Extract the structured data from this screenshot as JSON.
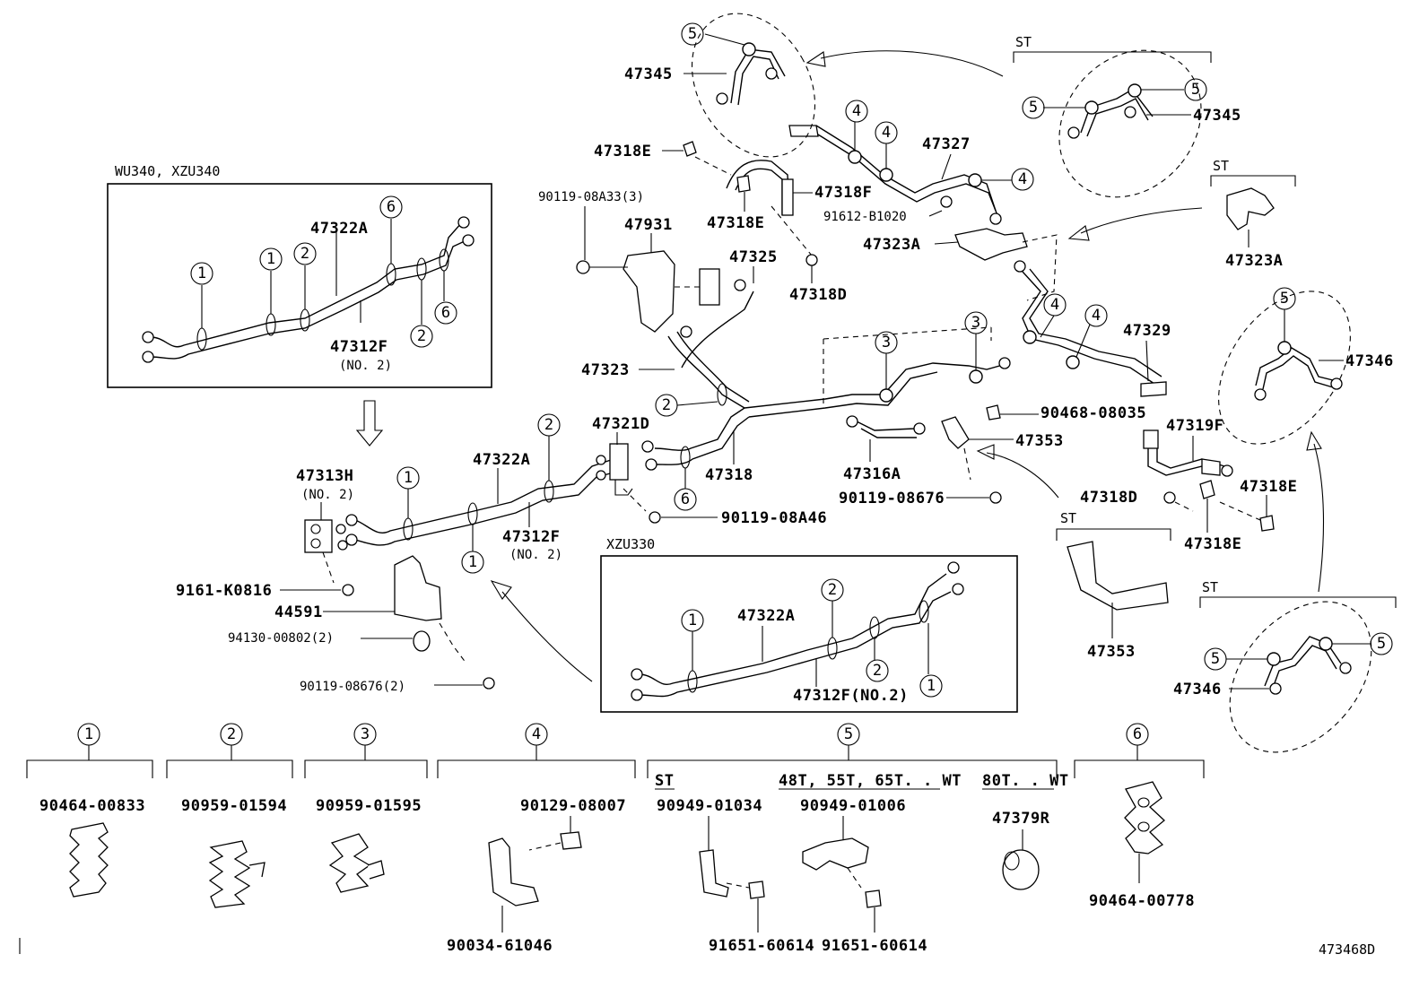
{
  "insets": {
    "wu340": "WU340, XZU340",
    "xzu330": "XZU330",
    "st": "ST"
  },
  "parts": {
    "p47345": "47345",
    "p47318E": "47318E",
    "p90119_08A33": "90119-08A33(3)",
    "p47931": "47931",
    "p47325": "47325",
    "p47318D": "47318D",
    "p47318F": "47318F",
    "p91612_B1020": "91612-B1020",
    "p47327": "47327",
    "p47323A": "47323A",
    "p47346": "47346",
    "p47329": "47329",
    "p47323": "47323",
    "p90468_08035": "90468-08035",
    "p47353": "47353",
    "p47319F": "47319F",
    "p47321D": "47321D",
    "p47318": "47318",
    "p47316A": "47316A",
    "p90119_08676": "90119-08676",
    "p47322A": "47322A",
    "p47312F": "47312F",
    "no2": "(NO. 2)",
    "p47312F_no2": "47312F(NO.2)",
    "p47313H": "47313H",
    "p90119_08A46": "90119-08A46",
    "p9161_K0816": "9161-K0816",
    "p44591": "44591",
    "p94130_00802": "94130-00802(2)",
    "p90119_08676_2": "90119-08676(2)"
  },
  "callouts": [
    "1",
    "2",
    "3",
    "4",
    "5",
    "6"
  ],
  "legend": {
    "g1": "90464-00833",
    "g2": "90959-01594",
    "g3": "90959-01595",
    "g4a": "90129-08007",
    "g4b": "90034-61046",
    "g5_st": "ST",
    "g5_48t": "48T, 55T, 65T. . WT",
    "g5_80t": "80T. . WT",
    "g5a": "90949-01034",
    "g5b": "90949-01006",
    "g5c": "47379R",
    "g5d": "91651-60614",
    "g5e": "91651-60614",
    "g6": "90464-00778"
  },
  "footer": {
    "code": "473468D"
  },
  "colors": {
    "ink": "#000000",
    "paper": "#ffffff"
  }
}
